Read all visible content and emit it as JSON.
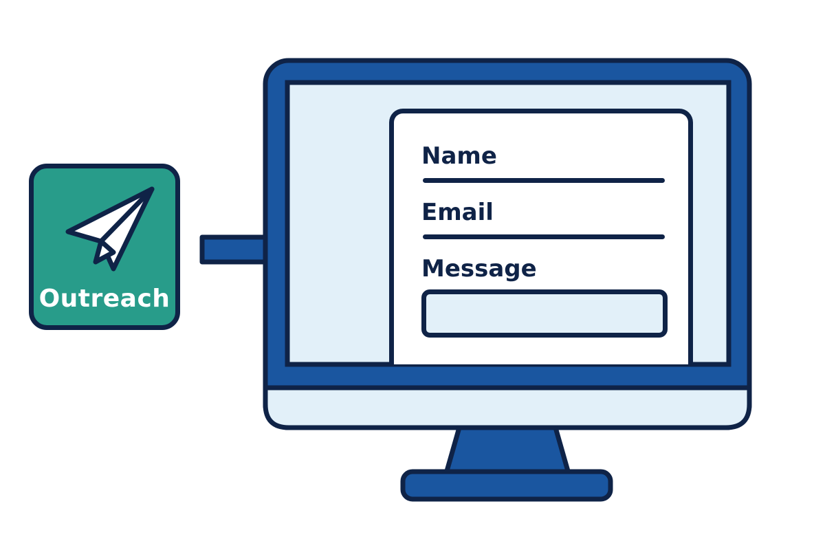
{
  "colors": {
    "outline": "#0f2347",
    "monitor_blue": "#1a56a0",
    "screen_fill": "#e2f0f9",
    "app_green": "#289c8a",
    "white": "#ffffff"
  },
  "app_tile": {
    "label": "Outreach",
    "icon": "paper-plane-icon"
  },
  "arrow": {
    "icon": "right-arrow-icon"
  },
  "monitor": {
    "icon": "desktop-monitor"
  },
  "form": {
    "fields": [
      {
        "label": "Name"
      },
      {
        "label": "Email"
      },
      {
        "label": "Message"
      }
    ]
  }
}
